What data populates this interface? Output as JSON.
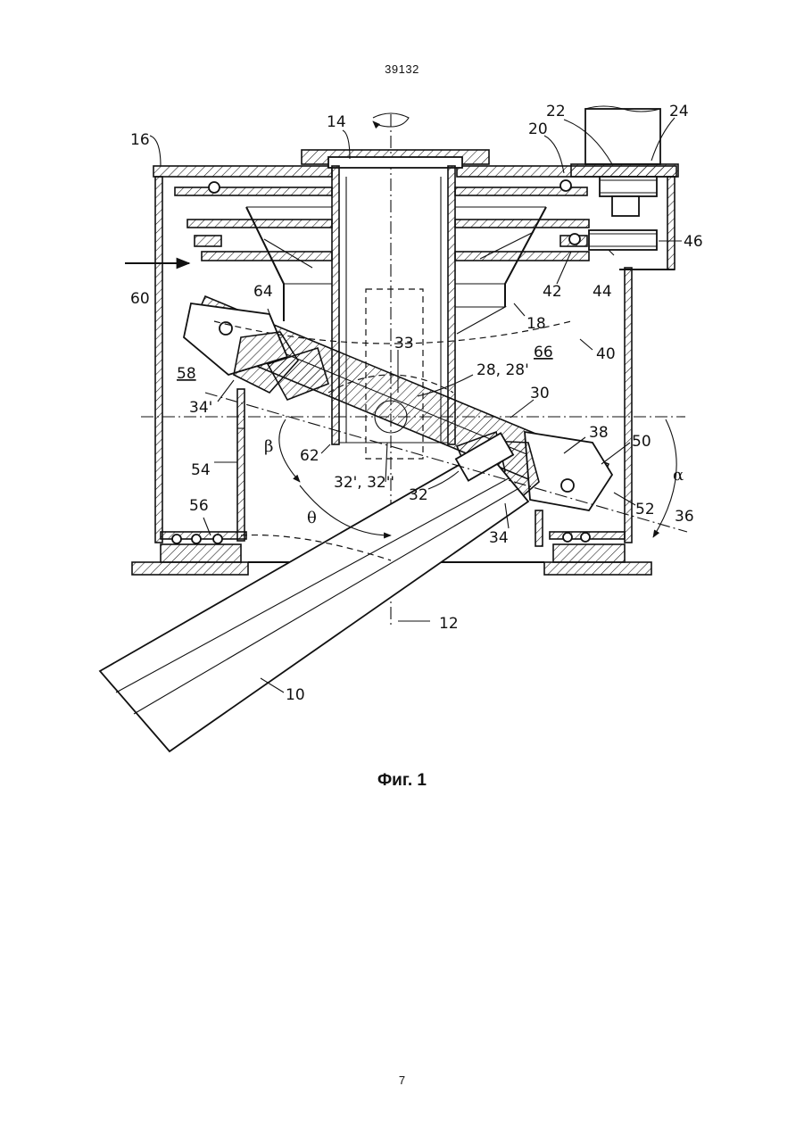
{
  "header": {
    "document_number": "39132"
  },
  "figure": {
    "caption": "Фиг. 1",
    "labels": {
      "l10": "10",
      "l12": "12",
      "l14": "14",
      "l16": "16",
      "l18": "18",
      "l20": "20",
      "l22": "22",
      "l24": "24",
      "l28": "28, 28'",
      "l30": "30",
      "l32": "32",
      "l32b": "32', 32''",
      "l33": "33",
      "l34": "34",
      "l34b": "34'",
      "l36": "36",
      "l38": "38",
      "l40": "40",
      "l42": "42",
      "l44": "44",
      "l46": "46",
      "l50": "50",
      "l52": "52",
      "l54": "54",
      "l56": "56",
      "l58": "58",
      "l60": "60",
      "l62": "62",
      "l64": "64",
      "l66": "66",
      "alpha": "α",
      "beta": "β",
      "theta": "θ"
    }
  },
  "footer": {
    "page_number": "7"
  }
}
